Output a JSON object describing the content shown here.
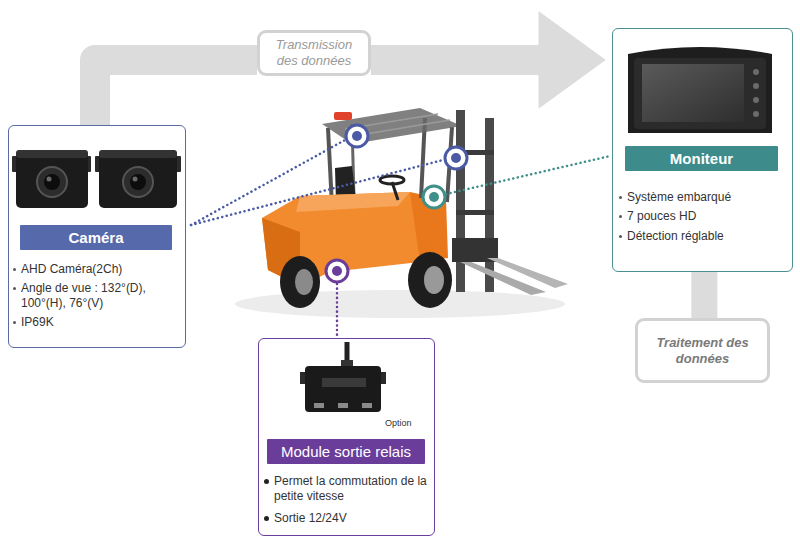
{
  "diagram": {
    "nodes": [
      {
        "text": [
          "Transmission des données"
        ]
      },
      {
        "text": [
          "AHD Caméra(2Ch)",
          "Angle de vue : 132°(D), 100°(H), 76°(V)",
          "IP69K"
        ]
      },
      {
        "text": [
          "Caméra"
        ],
        "in": 1
      },
      {
        "text": [
          "Système embarqué",
          "7 pouces HD",
          "Détection réglable"
        ]
      },
      {
        "text": [
          "Moniteur"
        ],
        "in": 3
      },
      {
        "text": [
          "Traitement des données"
        ]
      },
      {
        "text": [
          "Option",
          "Permet la commutation de la petite vitesse",
          "Sortie 12/24V"
        ]
      },
      {
        "text": [
          "Module sortie relais"
        ],
        "in": 6
      }
    ],
    "edges": [
      {
        "from": 1,
        "to": 0,
        "arrow": "none"
      },
      {
        "from": 0,
        "to": 3,
        "arrow": "to"
      },
      {
        "from": 3,
        "to": 5,
        "arrow": "none"
      }
    ]
  }
}
